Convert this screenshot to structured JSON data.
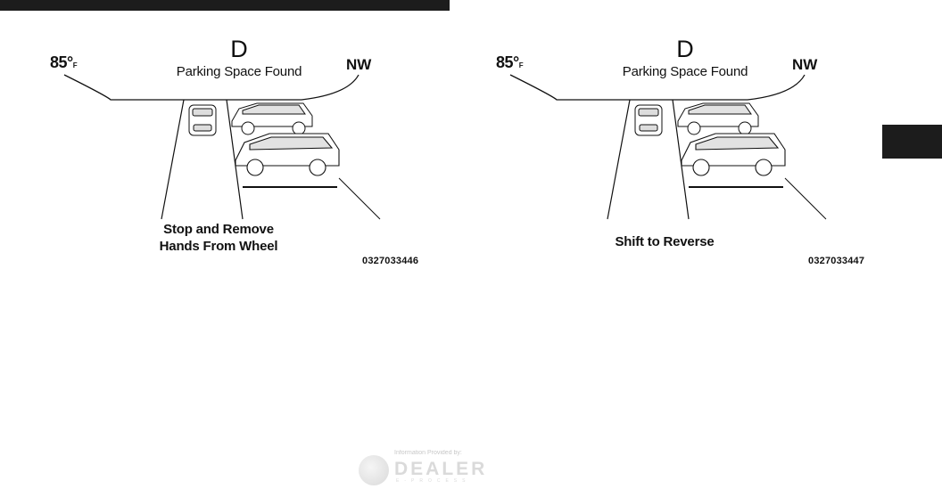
{
  "figures": [
    {
      "gear": "D",
      "temperature": "85°",
      "temperature_unit": "F",
      "heading": "NW",
      "status": "Parking Space Found",
      "instruction_lines": [
        "Stop and Remove",
        "Hands From Wheel"
      ],
      "figure_code": "0327033446"
    },
    {
      "gear": "D",
      "temperature": "85°",
      "temperature_unit": "F",
      "heading": "NW",
      "status": "Parking Space Found",
      "instruction_lines": [
        "Shift to Reverse"
      ],
      "figure_code": "0327033447"
    }
  ],
  "watermark": {
    "caption": "Information Provided by:",
    "logo_text": "DEALER",
    "logo_sub": "E-PROCESS"
  },
  "colors": {
    "header_bar": "#1c1c1c",
    "ink": "#111111"
  }
}
